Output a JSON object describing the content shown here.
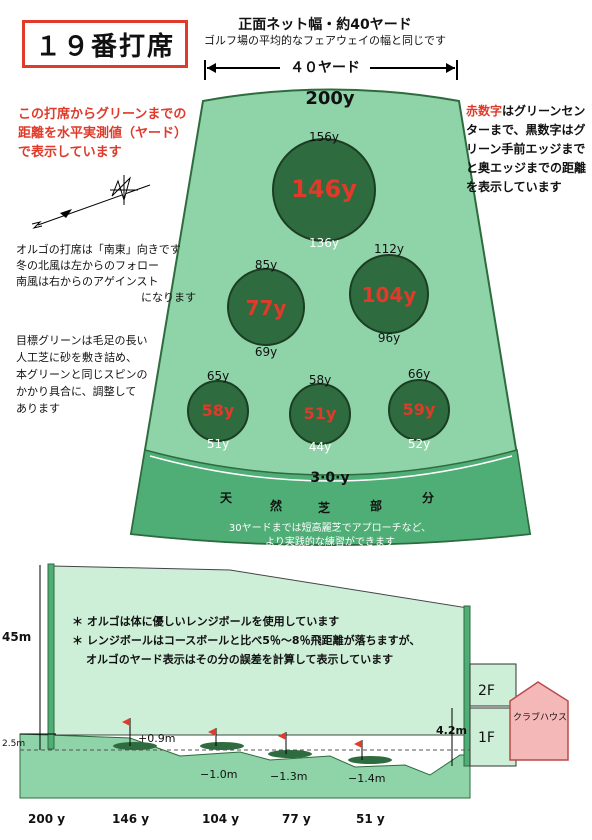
{
  "title": "１９番打席",
  "header": {
    "line1": "正面ネット幅・約40ヤード",
    "line2": "ゴルフ場の平均的なフェアウェイの幅と同じです",
    "width_label": "４０ヤード"
  },
  "notes": {
    "red_note": "この打席からグリーンまでの距離を水平実測値（ヤード）で表示しています",
    "direction": [
      "オルゴの打席は「南東」向きです",
      "冬の北風は左からのフォロー",
      "南風は右からのアゲインスト",
      "になります"
    ],
    "green": [
      "目標グリーンは毛足の長い",
      "人工芝に砂を敷き詰め、",
      "本グリーンと同じスピンの",
      "かかり具合に、調整して",
      "あります"
    ],
    "right_red": "赤数字",
    "right_text1": "はグリーンセンターまで、",
    "right_text2": "黒数字はグリーン手前エッジまでと奥エッジまでの距離を表示しています"
  },
  "field": {
    "top_label": "200y",
    "mark_label": "3·0·y",
    "natural_chars": [
      "天",
      "然",
      "芝",
      "部",
      "分"
    ],
    "natural_note1": "30ヤードまでは短高麗芝でアプローチなど、",
    "natural_note2": "より実践的な練習ができます"
  },
  "greens": [
    {
      "center": "146y",
      "back": "156y",
      "front": "136y"
    },
    {
      "center": "77y",
      "back": "85y",
      "front": "69y"
    },
    {
      "center": "104y",
      "back": "112y",
      "front": "96y"
    },
    {
      "center": "58y",
      "back": "65y",
      "front": "51y"
    },
    {
      "center": "51y",
      "back": "58y",
      "front": "44y"
    },
    {
      "center": "59y",
      "back": "66y",
      "front": "52y"
    }
  ],
  "profile": {
    "bullets": [
      "＊ オルゴは体に優しいレンジボールを使用しています",
      "＊ レンジボールはコースボールと比べ5％～8％飛距離が落ちますが、",
      "オルゴのヤード表示はその分の誤差を計算して表示しています"
    ],
    "h45": "45m",
    "h25": "2.5m",
    "h42": "4.2m",
    "floor2": "2F",
    "floor1": "1F",
    "clubhouse": "クラブハウス",
    "elev": [
      "+0.9m",
      "−1.0m",
      "−1.3m",
      "−1.4m"
    ],
    "bottom": [
      "200 y",
      "146 y",
      "104 y",
      "77 y",
      "51 y"
    ]
  },
  "colors": {
    "field": "#8fd3a8",
    "green": "#2e6b3e",
    "red": "#e03a2a",
    "natural": "#4fae76"
  }
}
